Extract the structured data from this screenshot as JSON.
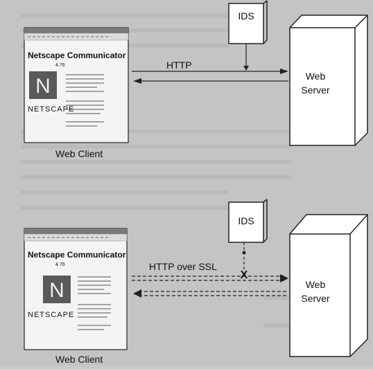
{
  "top_panel": {
    "ids_label": "IDS",
    "server_label_line1": "Web",
    "server_label_line2": "Server",
    "protocol_label": "HTTP",
    "client_label": "Web Client"
  },
  "bottom_panel": {
    "ids_label": "IDS",
    "server_label_line1": "Web",
    "server_label_line2": "Server",
    "protocol_label": "HTTP over SSL",
    "blocked_marker": "X",
    "client_label": "Web Client"
  },
  "browser_window": {
    "title": "Netscape Communicator",
    "version": "4.76",
    "logo_letter": "N",
    "brand": "NETSCAPE"
  },
  "colors": {
    "background": "#c4c4c4",
    "box_fill": "#ffffff",
    "stroke": "#222222",
    "logo_fill": "#5a5a5a"
  }
}
